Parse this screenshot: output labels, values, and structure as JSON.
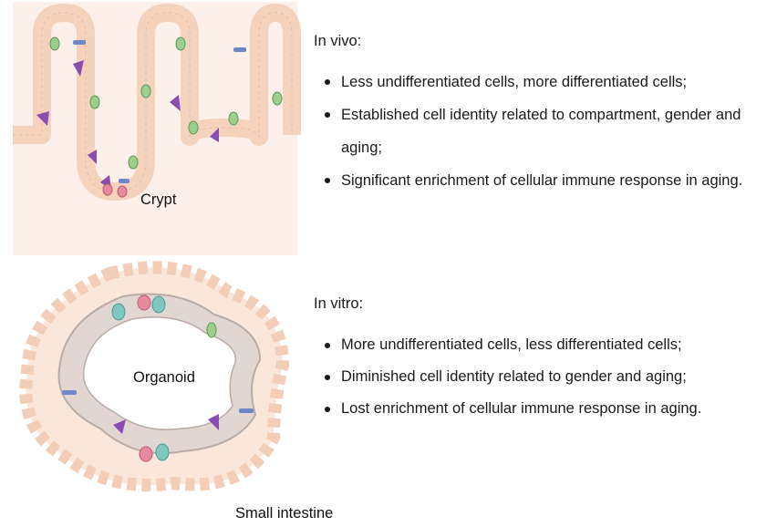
{
  "in_vivo": {
    "heading": "In vivo:",
    "bullets": [
      "Less undifferentiated cells, more differentiated cells;",
      "Established cell identity related to compartment, gender and aging;",
      "Significant enrichment of cellular immune response in aging."
    ],
    "image_label": "Crypt"
  },
  "in_vitro": {
    "heading": "In vitro:",
    "bullets": [
      "More undifferentiated cells, less differentiated cells;",
      "Diminished cell identity related to gender and aging;",
      "Lost enrichment of cellular immune response in aging."
    ],
    "image_label": "Organoid"
  },
  "caption": "Small intestine",
  "colors": {
    "tissue_background": "#fdf0ea",
    "epithelium": "#f4d2bb",
    "organoid_cells": "#e2d6d2",
    "goblet_cell": "#9ccf8e",
    "paneth_cell": "#e88a9f",
    "tuft_cell": "#6f86c8",
    "enteroendocrine_cell": "#8a4cb0",
    "stem_cell": "#7ec8c0"
  }
}
